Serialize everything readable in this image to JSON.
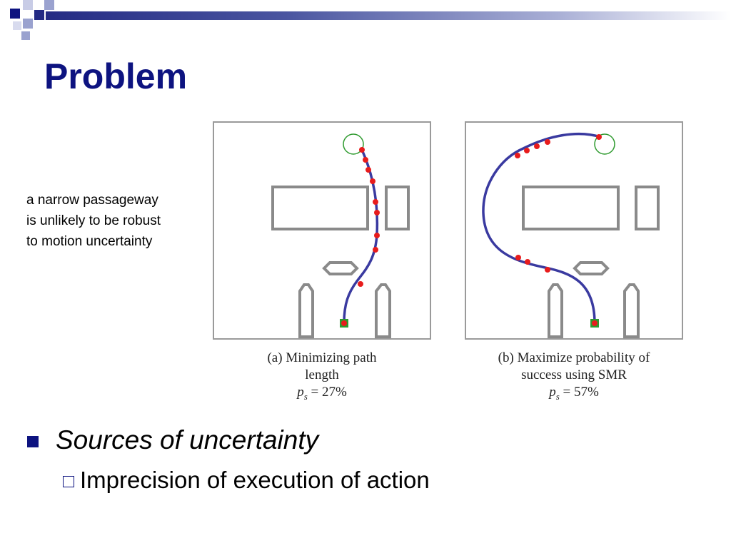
{
  "slide": {
    "title": "Problem",
    "side_note_lines": [
      "a narrow passageway",
      "is unlikely to be robust",
      "to motion uncertainty"
    ],
    "bullets": {
      "main": "Sources of uncertainty",
      "sub": "Imprecision of execution of action"
    }
  },
  "figure": {
    "panel_a": {
      "caption_lines": [
        "(a) Minimizing path",
        "length"
      ],
      "ps_label": "p",
      "ps_sub": "s",
      "ps_value": " = 27%"
    },
    "panel_b": {
      "caption_lines": [
        "(b) Maximize probability of",
        "success using SMR"
      ],
      "ps_label": "p",
      "ps_sub": "s",
      "ps_value": " = 57%"
    }
  },
  "colors": {
    "title": "#0d1380",
    "bullet": "#0d1380",
    "path": "#3a3aa0",
    "waypoint": "#e81c1c",
    "obstacle": "#8a8a8a",
    "goal": "#2e9a2e"
  },
  "icons": {
    "main_bullet": "filled-square-icon",
    "sub_bullet": "hollow-square-icon"
  }
}
